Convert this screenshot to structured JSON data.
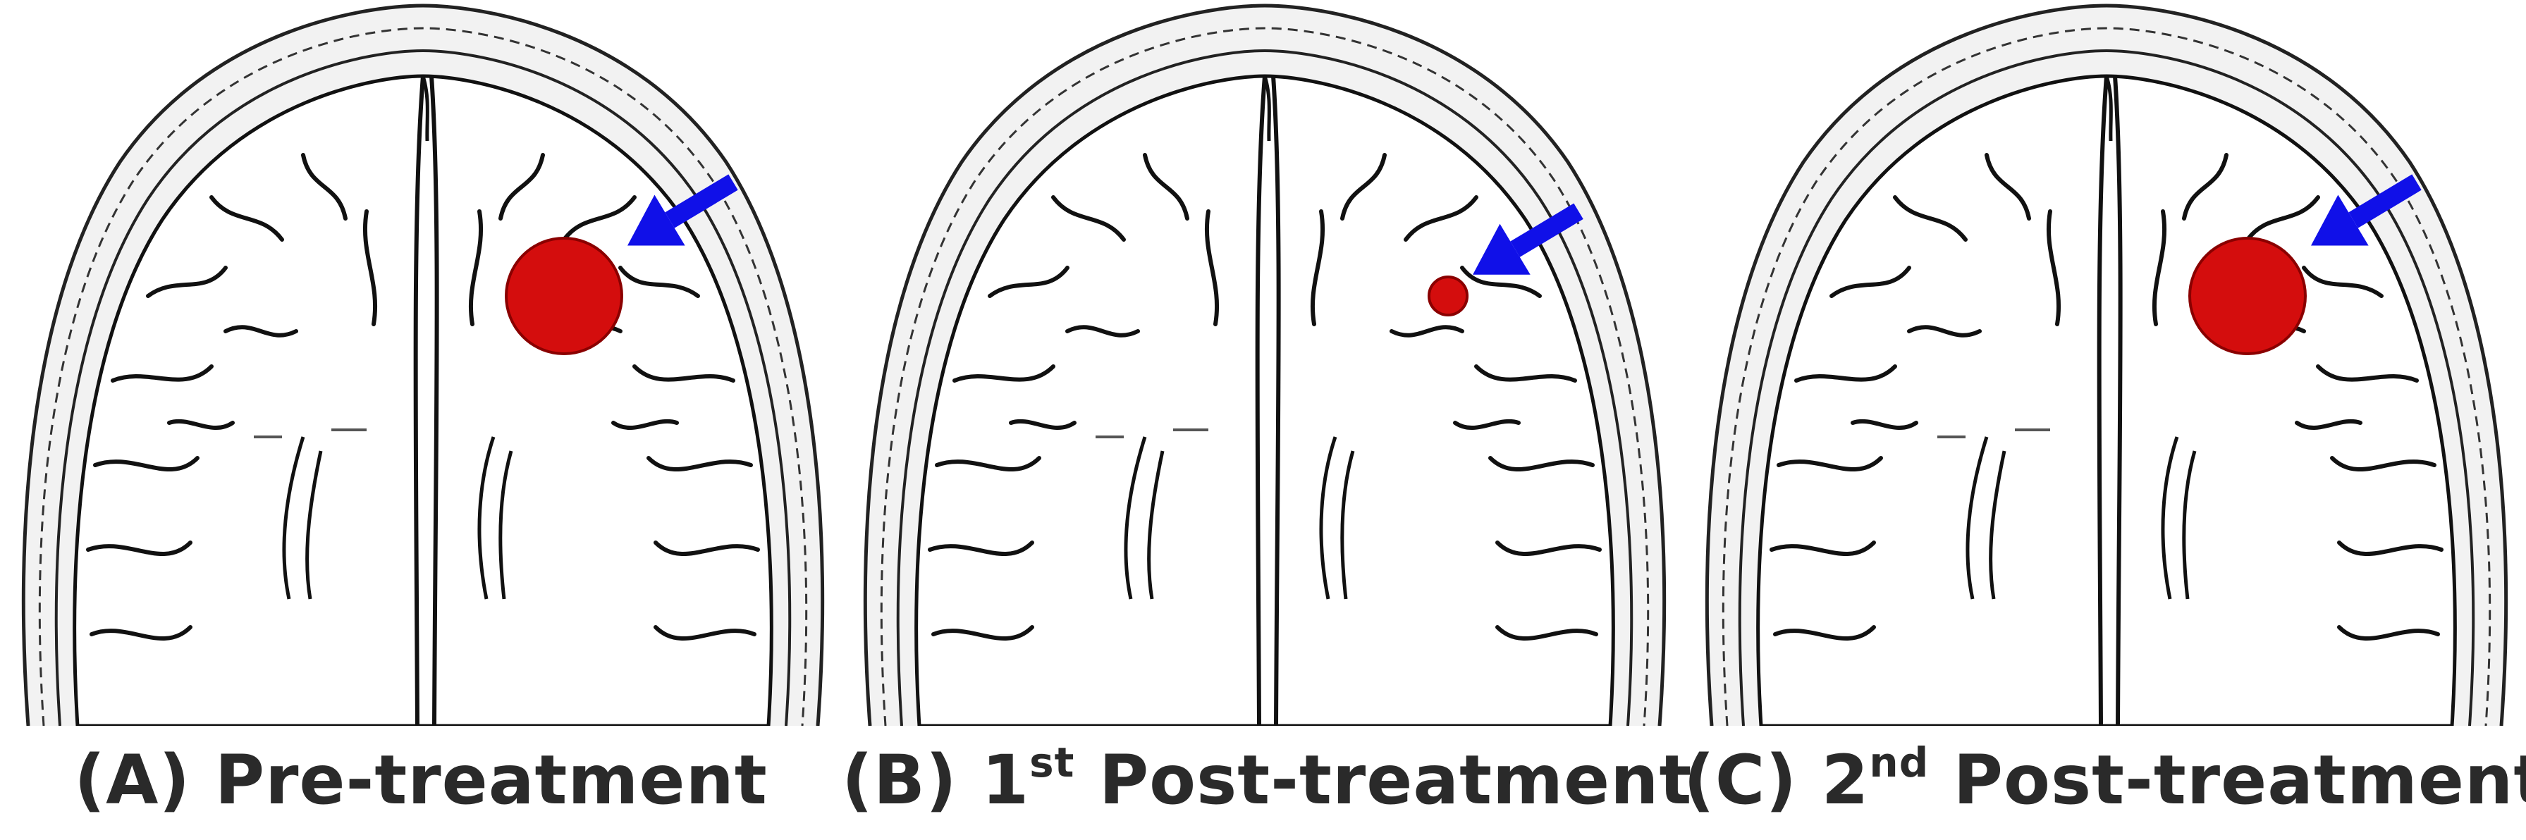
{
  "panels": [
    {
      "id": "A",
      "label_prefix": "(A) ",
      "ordinal": "",
      "ordinal_suffix": "",
      "label_main": "Pre-treatment",
      "lesion_relative_size": 1.0,
      "lesion_color": "#d40d0d",
      "arrow_color": "#1010e8"
    },
    {
      "id": "B",
      "label_prefix": "(B) ",
      "ordinal": "1",
      "ordinal_suffix": "st",
      "label_main": " Post-treatment",
      "lesion_relative_size": 0.33,
      "lesion_color": "#d40d0d",
      "arrow_color": "#1010e8"
    },
    {
      "id": "C",
      "label_prefix": "(C) ",
      "ordinal": "2",
      "ordinal_suffix": "nd",
      "label_main": " Post-treatment",
      "lesion_relative_size": 1.0,
      "lesion_color": "#d40d0d",
      "arrow_color": "#1010e8"
    }
  ]
}
